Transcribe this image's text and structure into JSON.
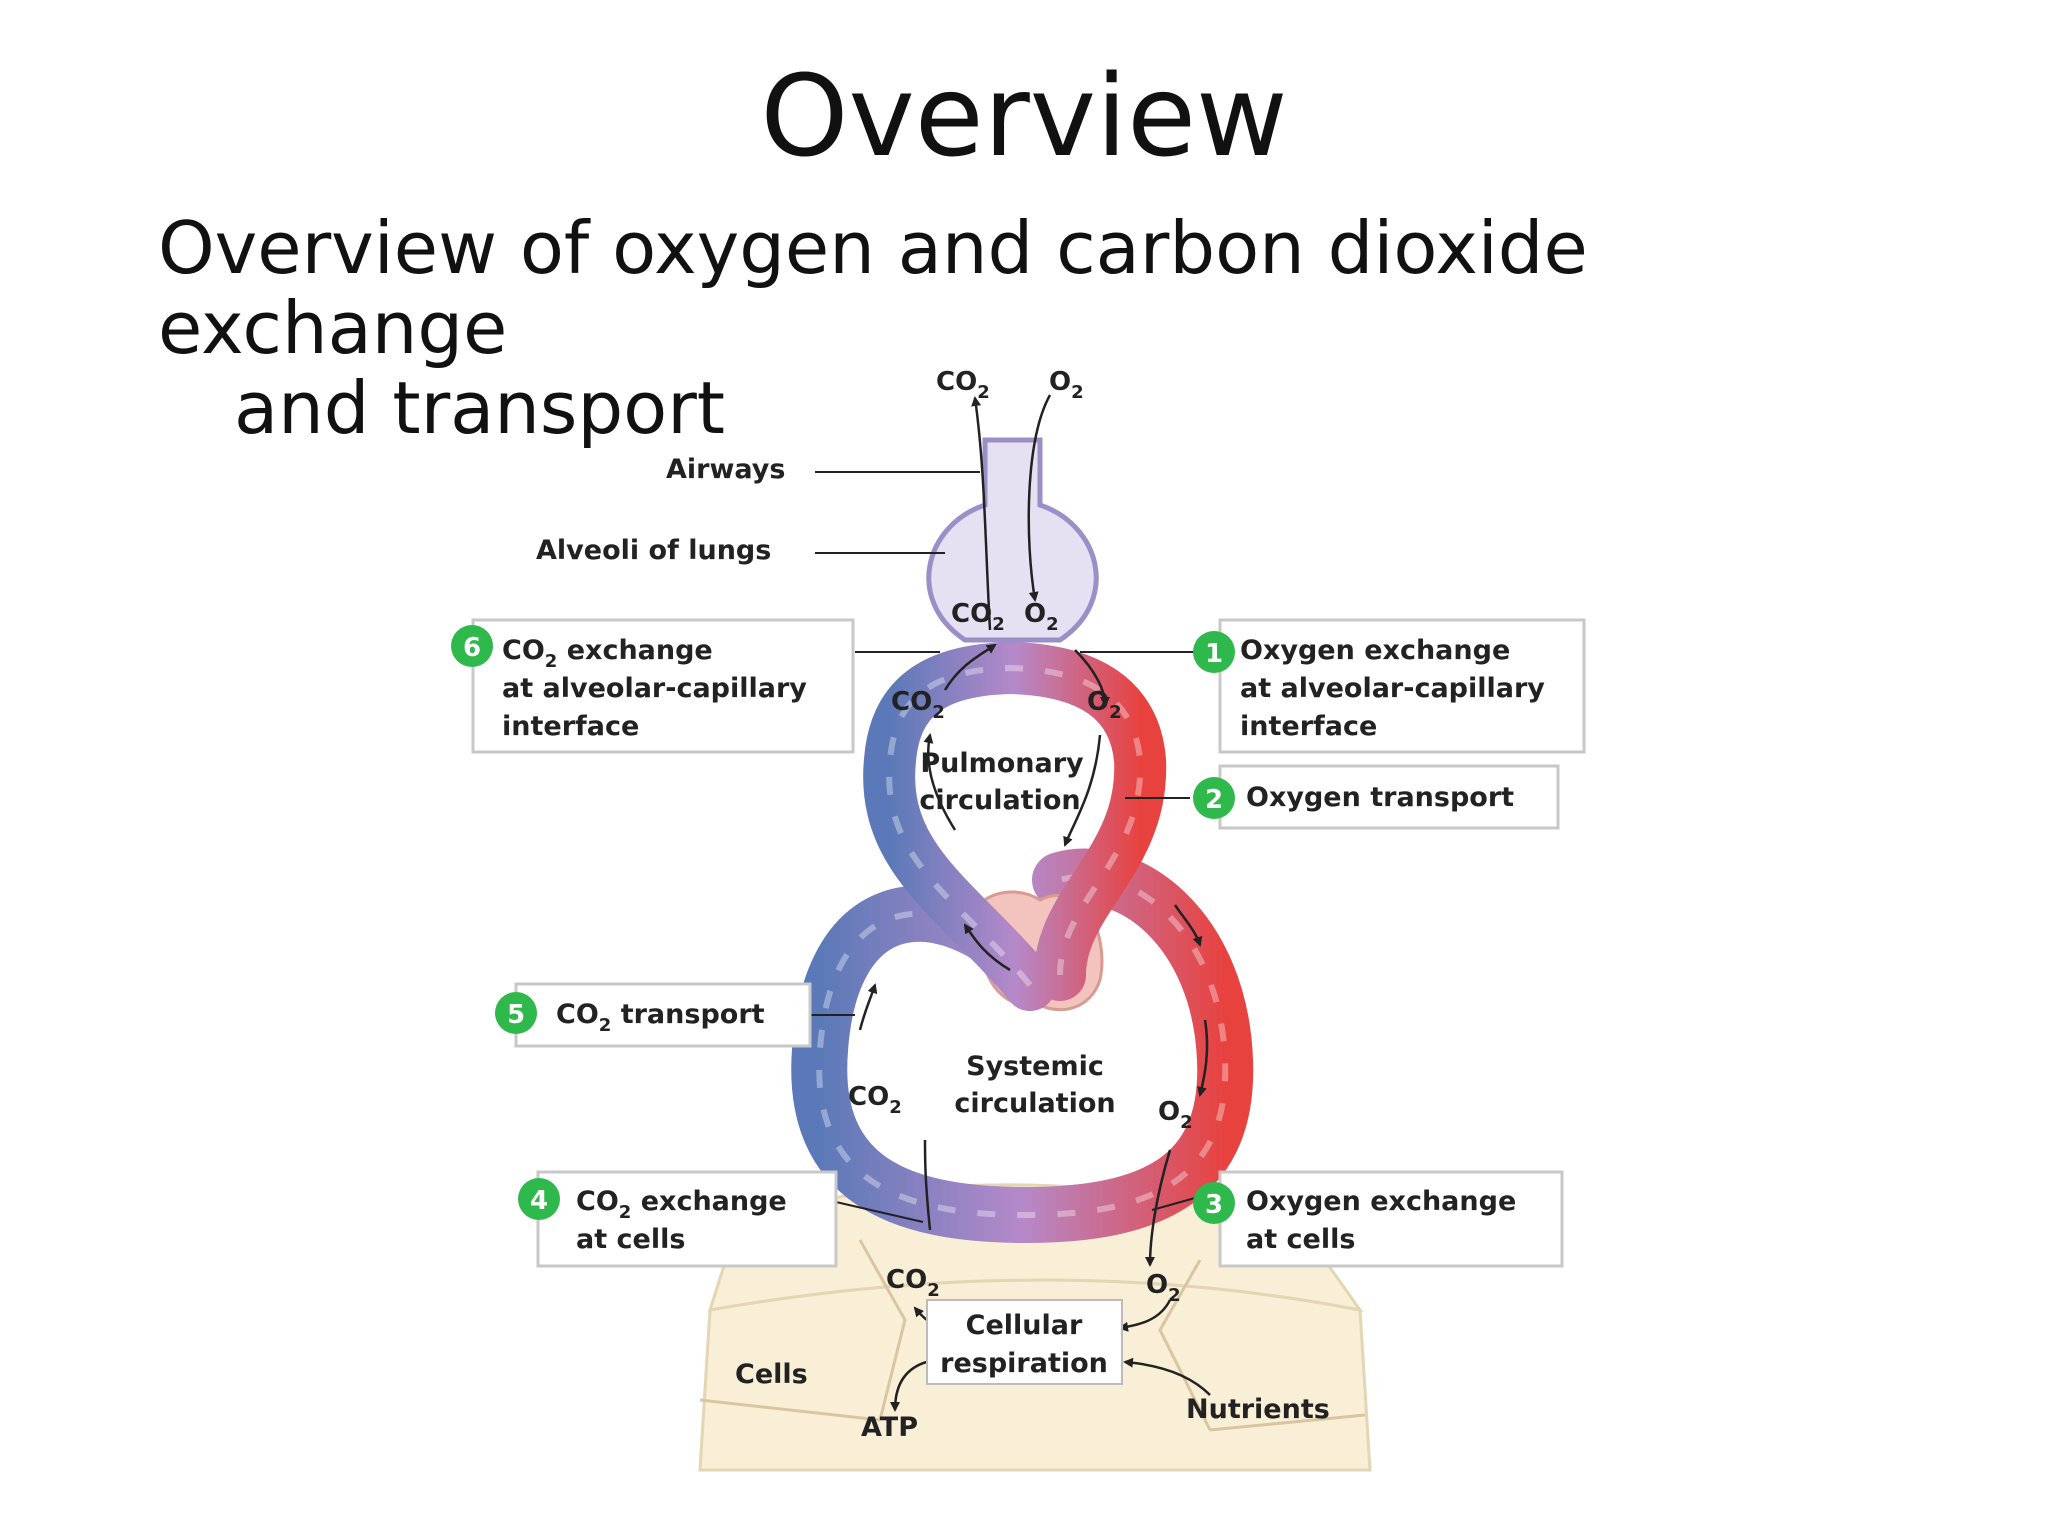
{
  "slide": {
    "title": "Overview",
    "subtitle_line1": "Overview of oxygen and carbon dioxide exchange",
    "subtitle_line2": "and transport"
  },
  "diagram": {
    "structures": {
      "airways": "Airways",
      "alveoli": "Alveoli of lungs",
      "pulmonary_line1": "Pulmonary",
      "pulmonary_line2": "circulation",
      "systemic_line1": "Systemic",
      "systemic_line2": "circulation",
      "cells": "Cells",
      "cellular_resp_line1": "Cellular",
      "cellular_resp_line2": "respiration",
      "atp": "ATP",
      "nutrients": "Nutrients"
    },
    "gas_labels": {
      "co2_base": "CO",
      "o2_base": "O",
      "subscript": "2"
    },
    "steps": [
      {
        "number": "1",
        "line1": "Oxygen exchange",
        "line2": "at alveolar-capillary",
        "line3": "interface"
      },
      {
        "number": "2",
        "line1": "Oxygen transport"
      },
      {
        "number": "3",
        "line1": "Oxygen exchange",
        "line2": "at cells"
      },
      {
        "number": "4",
        "line1_prefix": "CO",
        "line1_sub": "2",
        "line1_suffix": " exchange",
        "line2": "at cells"
      },
      {
        "number": "5",
        "line1_prefix": "CO",
        "line1_sub": "2",
        "line1_suffix": " transport"
      },
      {
        "number": "6",
        "line1_prefix": "CO",
        "line1_sub": "2",
        "line1_suffix": " exchange",
        "line2": "at alveolar-capillary",
        "line3": "interface"
      }
    ],
    "colors": {
      "oxygenated": "#e8423f",
      "deoxygenated": "#5b79b8",
      "alveolus": "#d9d4ec",
      "cells": "#f9efd6",
      "badge": "#2fb84c"
    }
  }
}
